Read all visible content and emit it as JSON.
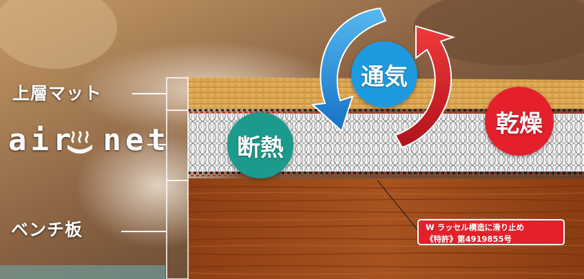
{
  "labels": {
    "top_mat": "上層マット",
    "brand": "air",
    "brand_suffix": "net",
    "bench_board": "ベンチ板"
  },
  "badges": {
    "ventilation": "通気",
    "insulation": "断熱",
    "dry": "乾燥"
  },
  "patent": {
    "line1": "W ラッセル構造に滑り止め",
    "line2": "《特許》第4919855号"
  },
  "colors": {
    "ventilation": "#1e9ae0",
    "dry": "#e3202c",
    "insulation": "#1c9a8c",
    "wood": "#9c4a1c",
    "mat": "#d9a24a"
  }
}
